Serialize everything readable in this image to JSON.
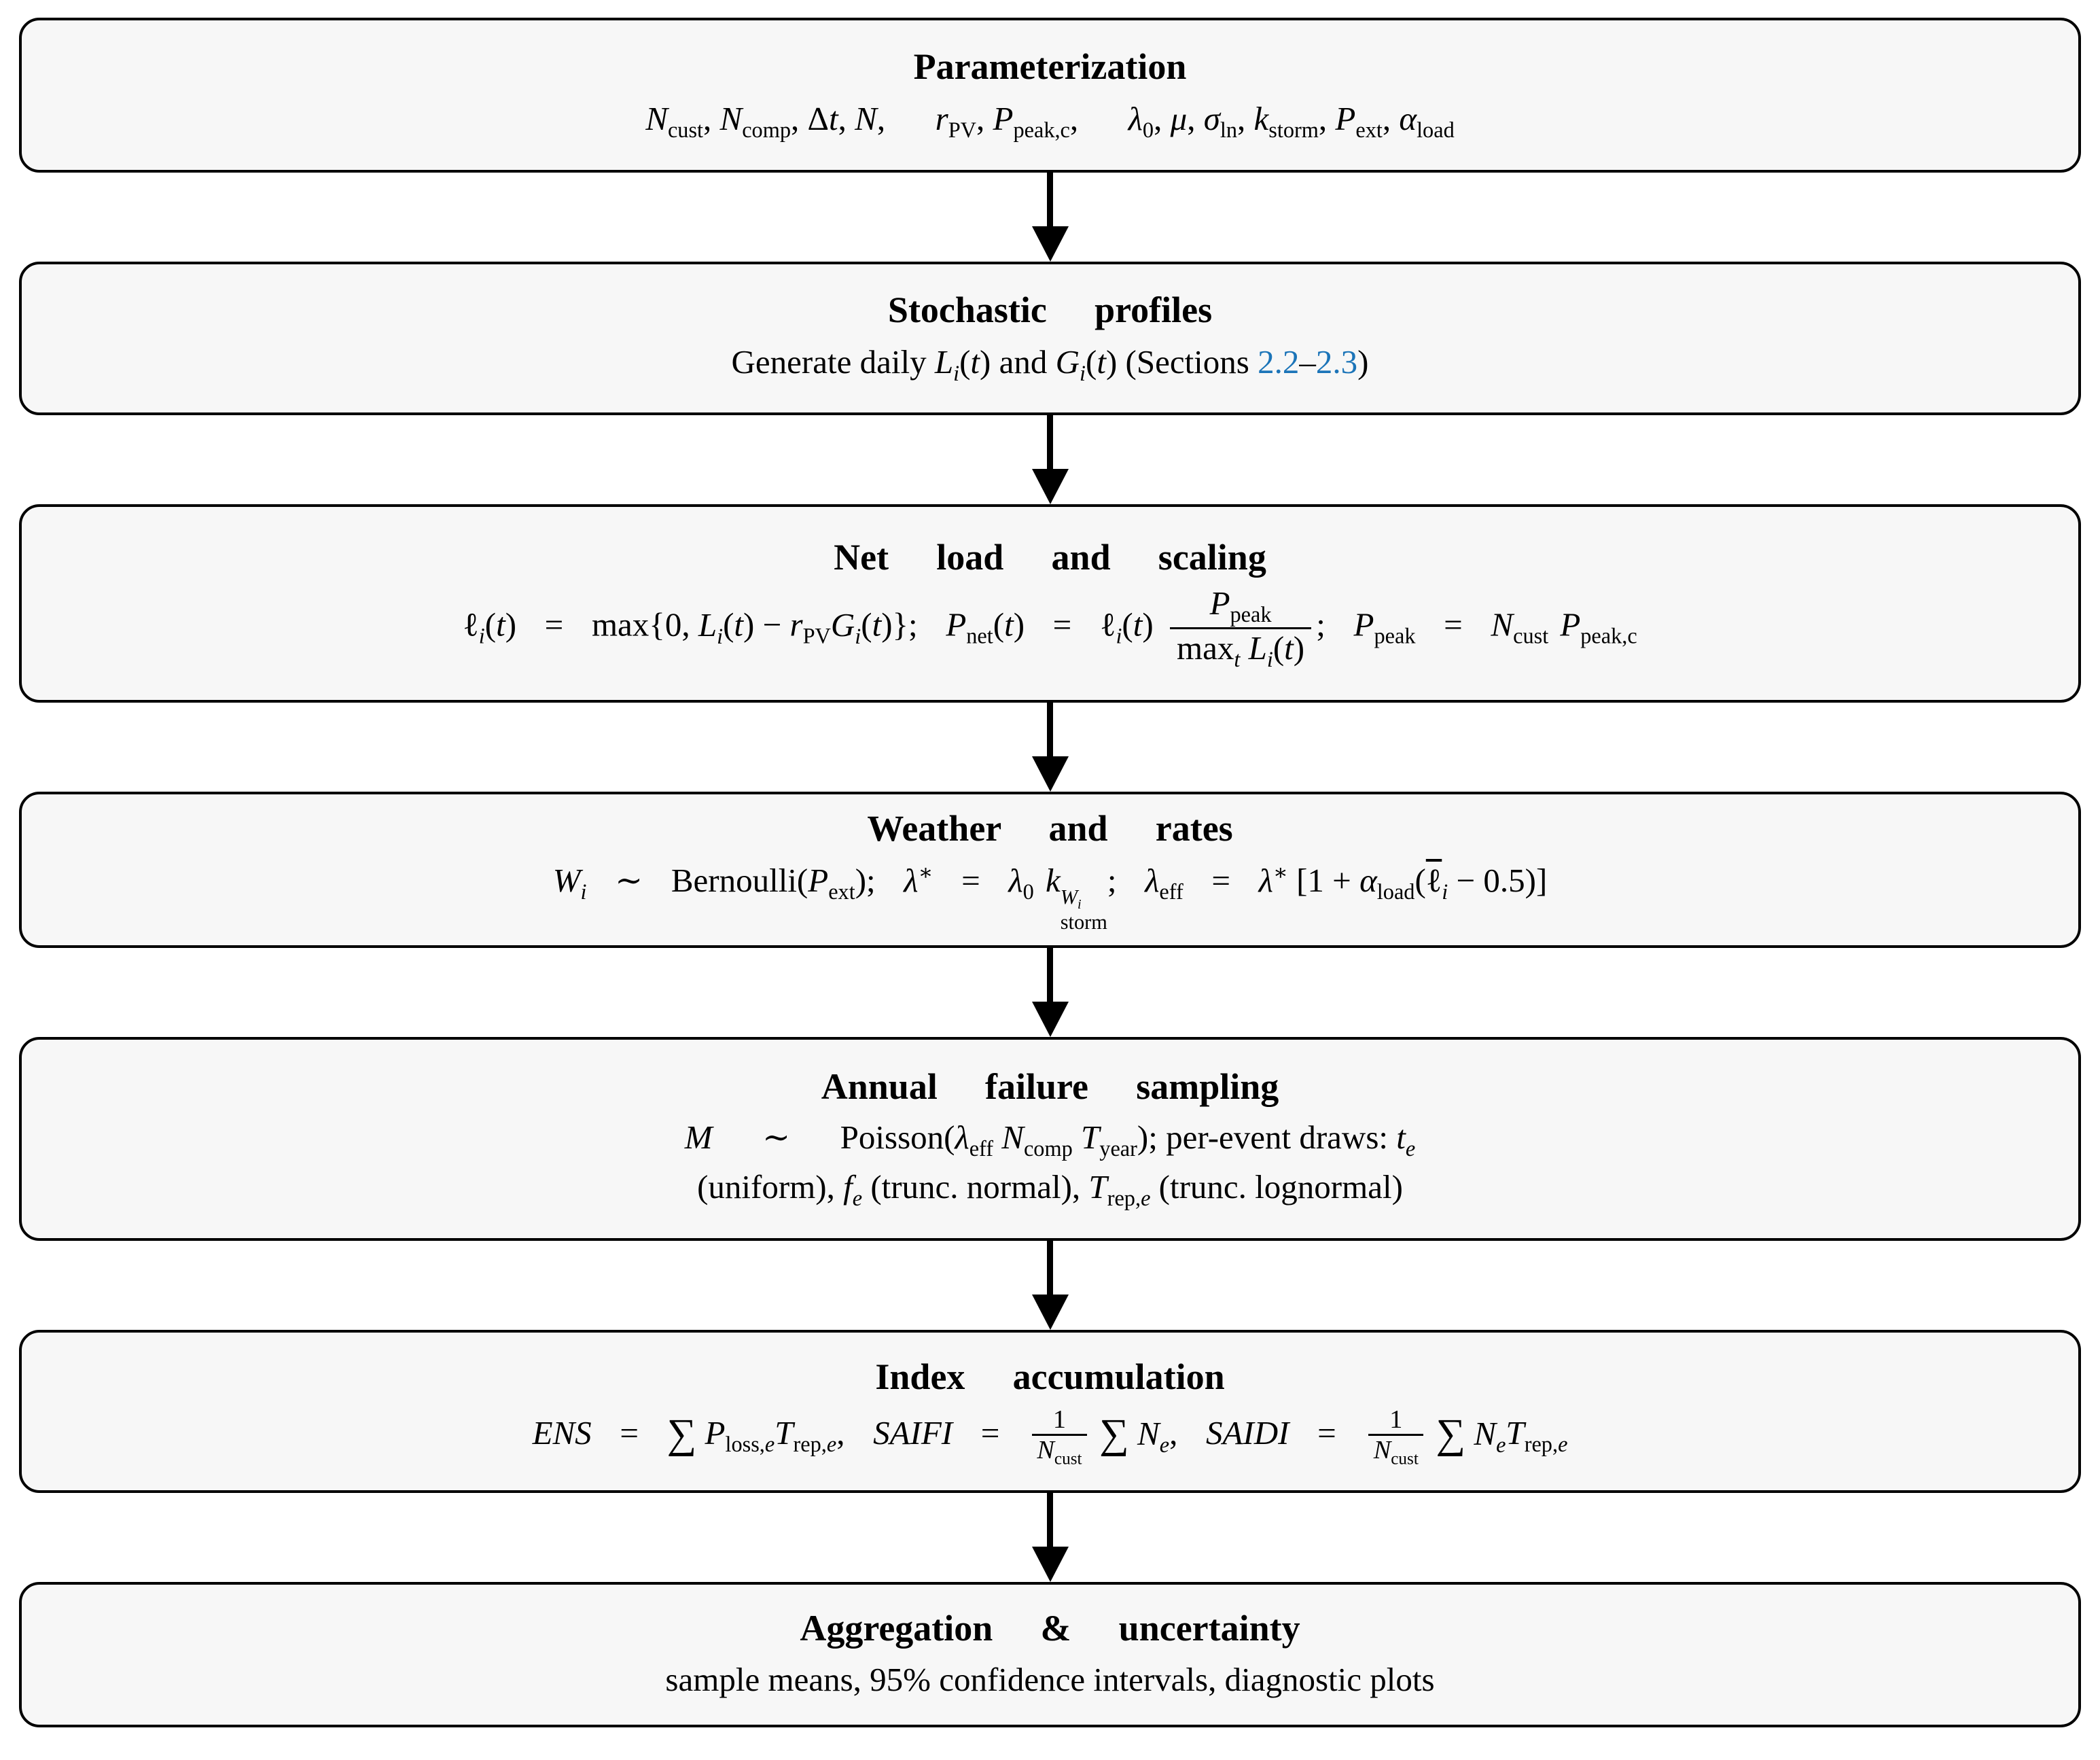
{
  "figure": {
    "type": "flowchart",
    "direction": "top-down",
    "link_color": "#1b74b8",
    "box_fill": "#f7f7f7",
    "box_border_color": "#000000",
    "arrow_color": "#000000"
  },
  "boxes": [
    {
      "id": "parameterization",
      "title": "Parameterization",
      "body_html": "<i>N</i><sub>cust</sub>, <i>N</i><sub>comp</sub>, Δ<i>t</i>, <i>N</i>,<span class=\"g2\"></span><i>r</i><sub>PV</sub>, <i>P</i><sub>peak,c</sub>,<span class=\"g2\"></span><i>λ</i><sub>0</sub>, <i>μ</i>, <i>σ</i><sub>ln</sub>, <i>k</i><sub>storm</sub>, <i>P</i><sub>ext</sub>, <i>α</i><sub>load</sub>"
    },
    {
      "id": "stochastic-profiles",
      "title": "Stochastic profiles",
      "body_html": "Generate daily <i>L<sub>i</sub></i>(<i>t</i>) and <i>G<sub>i</sub></i>(<i>t</i>) (Sections <span class=\"link\" data-name=\"section-link-2-2\" data-interactable=\"true\">2.2</span>–<span class=\"link\" data-name=\"section-link-2-3\" data-interactable=\"true\">2.3</span>)"
    },
    {
      "id": "net-load-and-scaling",
      "title": "Net load and scaling",
      "body_html": "ℓ<sub><i>i</i></sub>(<i>t</i>)<span class=\"g1\"></span>=<span class=\"g1\"></span>max{0, <i>L<sub>i</sub></i>(<i>t</i>) − <i>r</i><sub>PV</sub><i>G<sub>i</sub></i>(<i>t</i>)};<span class=\"g1\"></span><i>P</i><sub>net</sub>(<i>t</i>)<span class=\"g1\"></span>=<span class=\"g1\"></span>ℓ<sub><i>i</i></sub>(<i>t</i>)<span class=\"g3\"></span><span class=\"frac\"><span class=\"num\"><i>P</i><sub>peak</sub></span><span class=\"den\">max<sub><i>t</i></sub> <i>L<sub>i</sub></i>(<i>t</i>)</span></span>;<span class=\"g1\"></span><i>P</i><sub>peak</sub><span class=\"g1\"></span>=<span class=\"g1\"></span><i>N</i><sub>cust</sub><span class=\"g3\"></span><i>P</i><sub>peak,c</sub>"
    },
    {
      "id": "weather-and-rates",
      "title": "Weather and rates",
      "body_html": "<i>W<sub>i</sub></i><span class=\"g1\"></span>∼<span class=\"g1\"></span>Bernoulli(<i>P</i><sub>ext</sub>);<span class=\"g1\"></span><i>λ</i><sup>∗</sup><span class=\"g1\"></span>=<span class=\"g1\"></span><i>λ</i><sub>0</sub><span class=\"g3\"></span><i>k</i><span class=\"supsub\"><span class=\"ss-top\"><i>W<sub>i</sub></i></span><span class=\"ss-bot\">storm</span></span>;<span class=\"g1\"></span><i>λ</i><sub>eff</sub><span class=\"g1\"></span>=<span class=\"g1\"></span><i>λ</i><sup>∗</sup> [1 + <i>α</i><sub>load</sub>(<span class=\"ov\">ℓ</span><sub><i>i</i></sub> − 0.5)]"
    },
    {
      "id": "annual-failure-sampling",
      "title": "Annual failure sampling",
      "body_html": "<i>M</i><span class=\"g2\"></span>∼<span class=\"g2\"></span>Poisson(<i>λ</i><sub>eff</sub> <i>N</i><sub>comp</sub> <i>T</i><sub>year</sub>);  per-event draws: <i>t<sub>e</sub></i><br>(uniform), <i>f<sub>e</sub></i> (trunc. normal), <i>T</i><sub>rep,<i>e</i></sub> (trunc. lognormal)"
    },
    {
      "id": "index-accumulation",
      "title": "Index accumulation",
      "body_html": "<i>ENS</i><span class=\"g1\"></span>=<span class=\"g1\"></span><span class=\"sum\">∑</span> <i>P</i><sub>loss,<i>e</i></sub><i>T</i><sub>rep,<i>e</i></sub>,<span class=\"g1\"></span><i>SAIFI</i><span class=\"g1\"></span>=<span class=\"g1\"></span><span class=\"frac small\"><span class=\"num\">1</span><span class=\"den\"><i>N</i><sub>cust</sub></span></span> <span class=\"sum\">∑</span> <i>N<sub>e</sub></i>,<span class=\"g1\"></span><i>SAIDI</i><span class=\"g1\"></span>=<span class=\"g1\"></span><span class=\"frac small\"><span class=\"num\">1</span><span class=\"den\"><i>N</i><sub>cust</sub></span></span> <span class=\"sum\">∑</span> <i>N<sub>e</sub></i><i>T</i><sub>rep,<i>e</i></sub>"
    },
    {
      "id": "aggregation-uncertainty",
      "title": "Aggregation & uncertainty",
      "body_html": "sample means, 95% confidence intervals, diagnostic plots"
    }
  ]
}
